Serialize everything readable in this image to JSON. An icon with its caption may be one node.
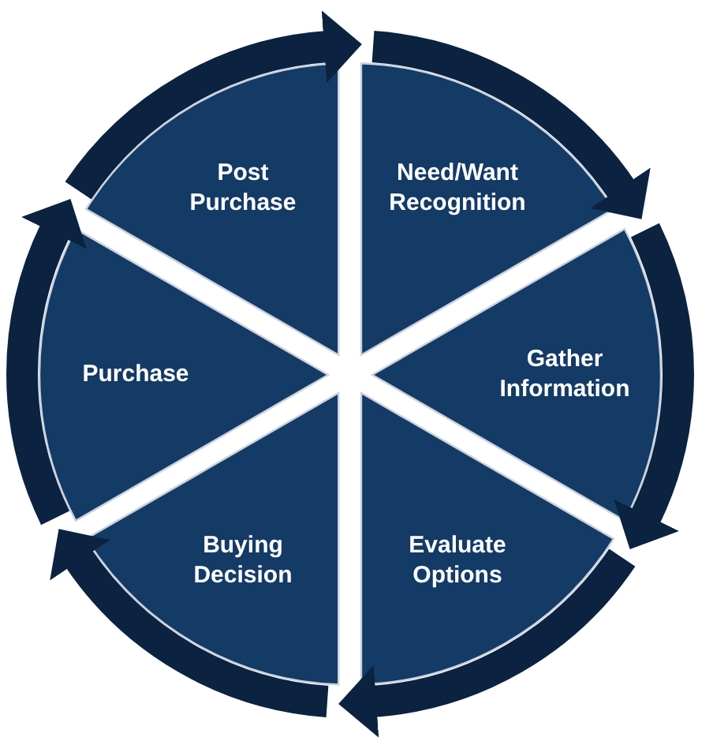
{
  "diagram": {
    "nodes": [
      {
        "text": [
          "Need/Want Recognition"
        ]
      },
      {
        "text": [
          "Gather Information"
        ]
      },
      {
        "text": [
          "Evaluate Options"
        ]
      },
      {
        "text": [
          "Buying Decision"
        ]
      },
      {
        "text": [
          "Purchase"
        ]
      },
      {
        "text": [
          "Post Purchase"
        ]
      }
    ],
    "edges": [
      {
        "from": 0,
        "to": 1,
        "arrow": "to"
      },
      {
        "from": 1,
        "to": 2,
        "arrow": "to"
      },
      {
        "from": 2,
        "to": 3,
        "arrow": "to"
      },
      {
        "from": 3,
        "to": 4,
        "arrow": "to"
      },
      {
        "from": 4,
        "to": 5,
        "arrow": "to"
      },
      {
        "from": 5,
        "to": 0,
        "arrow": "to"
      }
    ]
  }
}
